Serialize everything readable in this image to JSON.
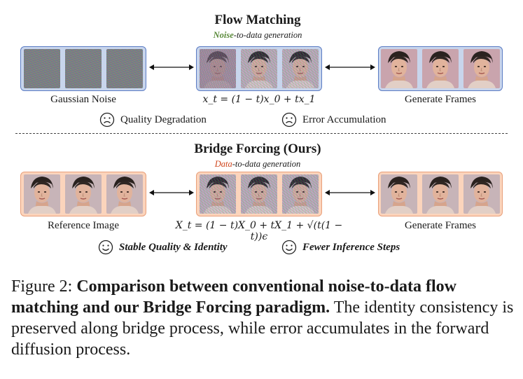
{
  "top": {
    "title": "Flow Matching",
    "subtitle_accent": "Noise",
    "subtitle_rest": "-to-data generation",
    "accent_color": "#5a8a3a",
    "left_label": "Gaussian Noise",
    "formula": "x_t = (1 − t)x_0 + tx_1",
    "right_label": "Generate Frames",
    "status_left": "Quality Degradation",
    "status_right": "Error Accumulation",
    "status_icon": "sad-face-icon"
  },
  "bottom": {
    "title": "Bridge Forcing (Ours)",
    "subtitle_accent": "Data",
    "subtitle_rest": "-to-data generation",
    "accent_color": "#d0461d",
    "left_label": "Reference Image",
    "formula": "X_t = (1 − t)X_0 + tX_1 + √(t(1 − t))ϵ",
    "right_label": "Generate Frames",
    "status_left": "Stable Quality & Identity",
    "status_right": "Fewer Inference Steps",
    "status_icon": "happy-face-icon"
  },
  "caption": {
    "prefix": "Figure 2: ",
    "bold": "Comparison between conventional noise-to-data flow matching and our Bridge Forcing paradigm.",
    "rest": " The identity consistency is preserved along bridge process, while error accumulates in the forward diffusion process."
  },
  "colors": {
    "blue_panel": "#c8d5ec",
    "blue_border": "#5b7cc4",
    "peach_panel": "#fbd4bc",
    "peach_border": "#e9a07a"
  }
}
